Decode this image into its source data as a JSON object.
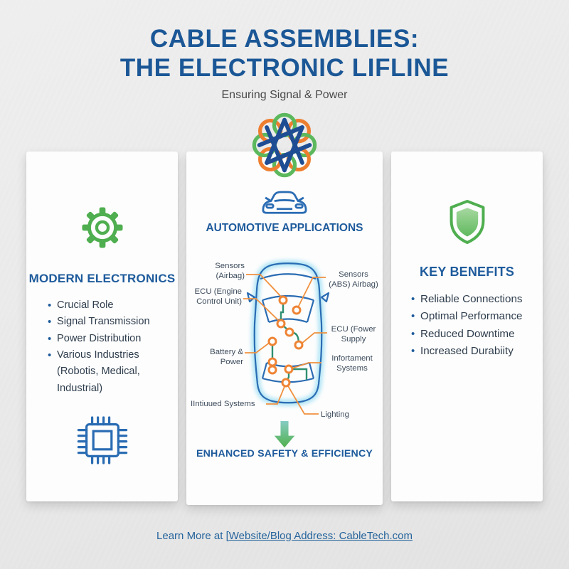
{
  "header": {
    "title_line1": "CABLE ASSEMBLIES:",
    "title_line2": "THE ELECTRONIC LIFLINE",
    "subtitle": "Ensuring Signal & Power"
  },
  "colors": {
    "title_blue": "#1b5796",
    "heading_blue": "#1e5b9c",
    "green": "#4fae4f",
    "orange": "#ee8435",
    "car_blue": "#2a6cb3",
    "glow_blue": "#aee4f5",
    "wire_green": "#2e8f71"
  },
  "cards": {
    "modern_electronics": {
      "heading": "MODERN ELECTRONICS",
      "bullets": [
        "Crucial Role",
        "Signal Transmission",
        "Power Distribution",
        "Various Industries (Robotis, Medical, Industrial)"
      ]
    },
    "automotive": {
      "heading": "AUTOMOTIVE APPLICATIONS",
      "labels": {
        "sensors_airbag": "Sensors (Airbag)",
        "ecu_engine": "ECU (Engine Control Unit)",
        "sensors_abs": "Sensors (ABS) Airbag)",
        "ecu_power": "ECU (Fower Supply",
        "infotainment": "Infortament Systems",
        "battery": "Battery & Power",
        "induced": "IIntiuued Systems",
        "lighting": "Lighting"
      },
      "caption": "ENHANCED SAFETY & EFFICIENCY"
    },
    "key_benefits": {
      "heading": "KEY BENEFITS",
      "bullets": [
        "Reliable Connections",
        "Optimal Performance",
        "Reduced Downtime",
        "Increased Durabiity"
      ]
    }
  },
  "footer": {
    "prefix": "Learn More at ",
    "link": "[Website/Blog Address: CableTech.com"
  }
}
